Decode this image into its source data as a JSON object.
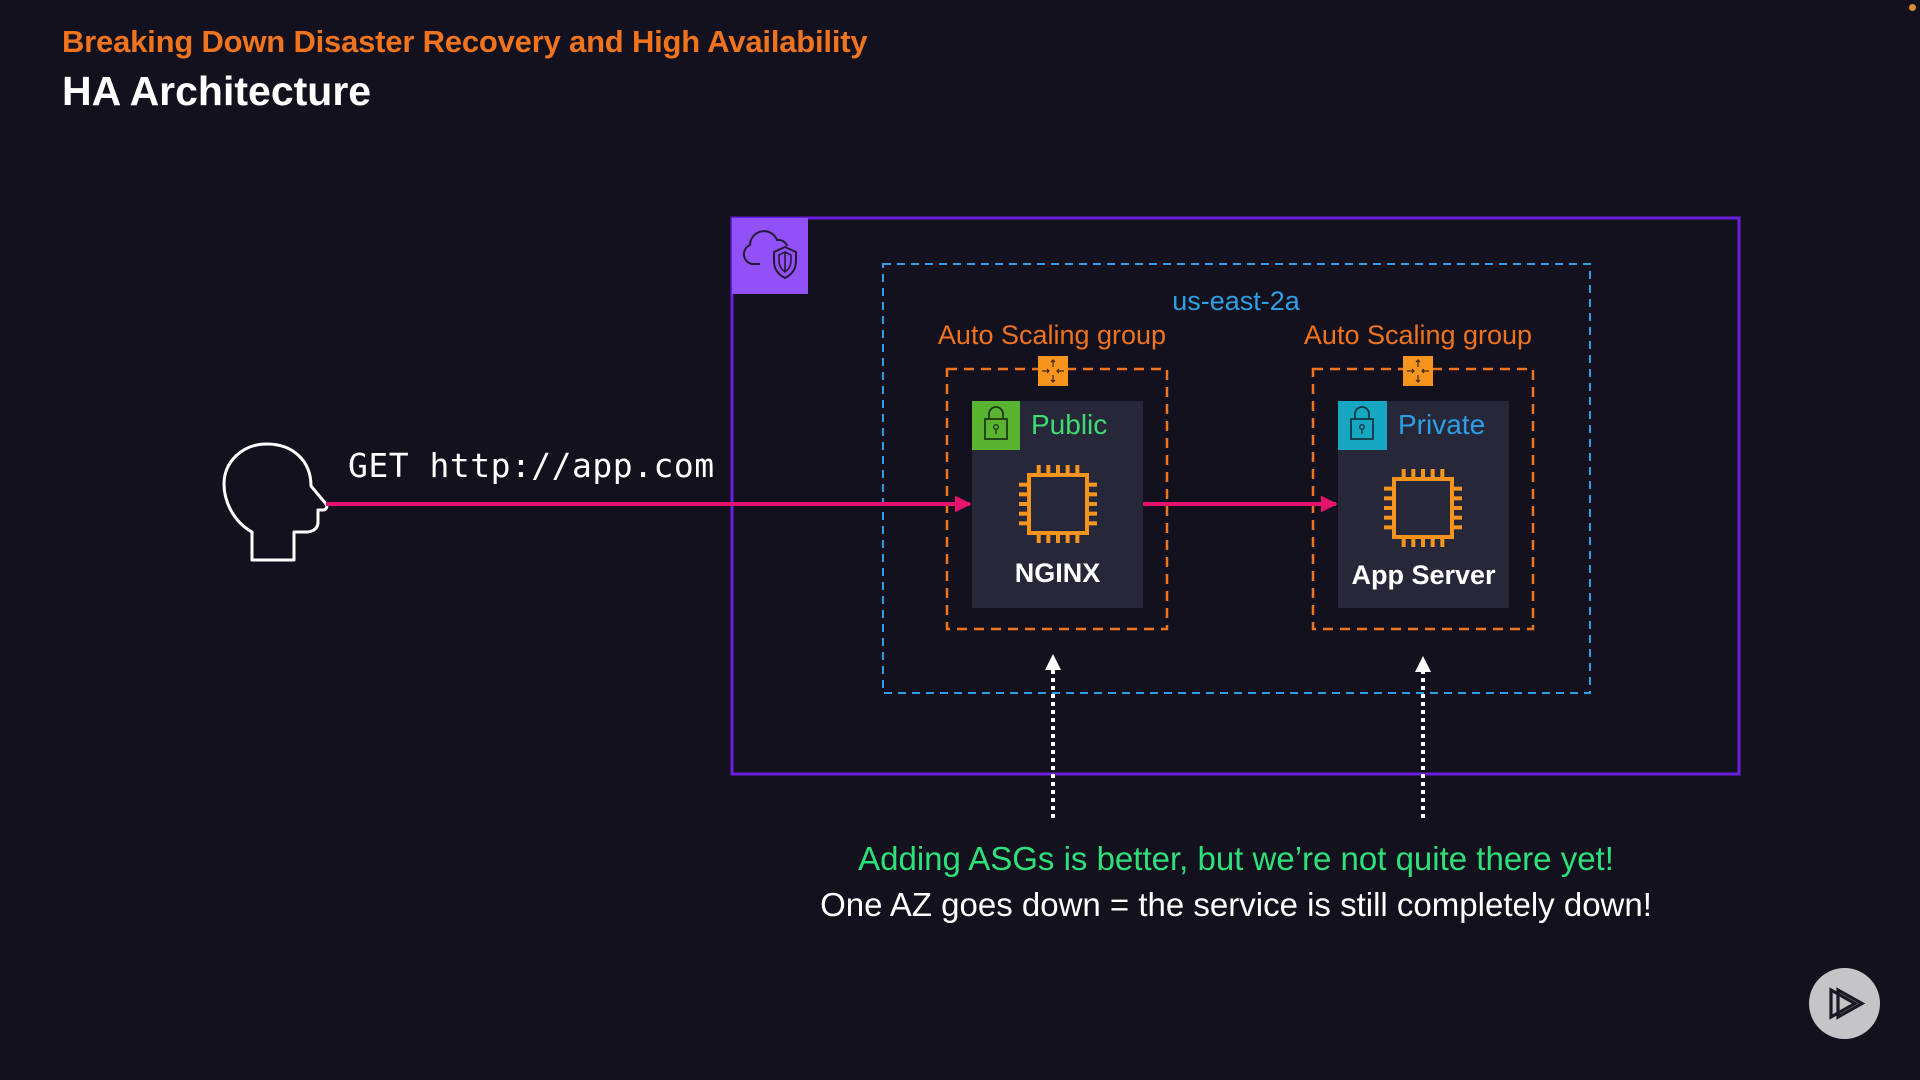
{
  "header": {
    "subtitle": "Breaking Down Disaster Recovery and High Availability",
    "title": "HA Architecture"
  },
  "diagram": {
    "vpc_icon": "cloud-shield-icon",
    "request": {
      "actor_icon": "user-head-icon",
      "label": "GET http://app.com"
    },
    "availability_zone": {
      "label": "us-east-2a"
    },
    "groups": [
      {
        "label": "Auto Scaling group",
        "icon": "auto-scaling-icon",
        "subnet": {
          "label": "Public",
          "icon": "lock-icon",
          "color": "#5ab432",
          "text_color": "#3ddc72"
        },
        "instance": {
          "label": "NGINX",
          "icon": "ec2-chip-icon"
        }
      },
      {
        "label": "Auto Scaling group",
        "icon": "auto-scaling-icon",
        "subnet": {
          "label": "Private",
          "icon": "lock-icon",
          "color": "#17a7c2",
          "text_color": "#2d9fe6"
        },
        "instance": {
          "label": "App Server",
          "icon": "ec2-chip-icon"
        }
      }
    ]
  },
  "notes": {
    "highlight": "Adding ASGs is better, but we’re not quite there yet!",
    "detail": "One AZ goes down = the service is still completely down!"
  },
  "player": {
    "play_icon": "pluralsight-play-icon"
  },
  "colors": {
    "background": "#13111e",
    "accent_orange": "#f0731d",
    "vpc_purple": "#6a1ee0",
    "vpc_icon_bg": "#9251f7",
    "az_blue": "#2d9fe6",
    "request_pink": "#e6136e",
    "chip_orange": "#f7941d",
    "subnet_bg": "#27273a",
    "note_green": "#2ee07a"
  }
}
